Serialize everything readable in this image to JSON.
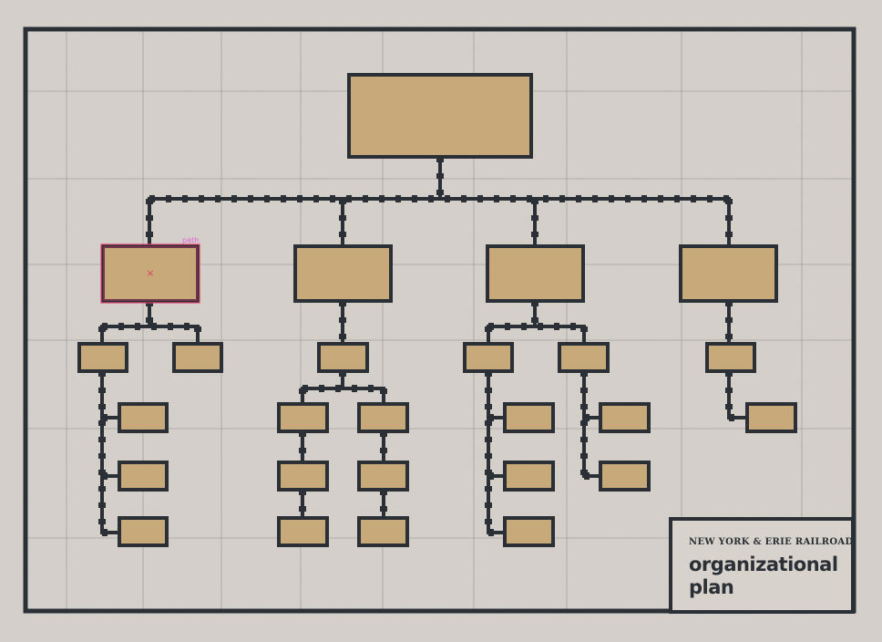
{
  "poster": {
    "subtitle": "NEW YORK & ERIE RAILROAD",
    "title": "organizational plan"
  },
  "selection": {
    "tooltip": "path",
    "center_marker": "×"
  },
  "colors": {
    "background": "#d7d2cc",
    "box_fill": "#c8a97a",
    "stroke": "#2a3036",
    "grid": "#8f8f8f",
    "selection": "#e0406a"
  },
  "org_chart": {
    "nodes": [
      {
        "id": "head",
        "parent": null
      },
      {
        "id": "dept-1",
        "parent": "head"
      },
      {
        "id": "dept-2",
        "parent": "head"
      },
      {
        "id": "dept-3",
        "parent": "head"
      },
      {
        "id": "dept-4",
        "parent": "head"
      },
      {
        "id": "d1-a",
        "parent": "dept-1"
      },
      {
        "id": "d1-b",
        "parent": "dept-1"
      },
      {
        "id": "d1-a-1",
        "parent": "d1-a"
      },
      {
        "id": "d1-a-2",
        "parent": "d1-a"
      },
      {
        "id": "d1-a-3",
        "parent": "d1-a"
      },
      {
        "id": "d2-a",
        "parent": "dept-2"
      },
      {
        "id": "d2-a-1",
        "parent": "d2-a"
      },
      {
        "id": "d2-a-1-1",
        "parent": "d2-a-1"
      },
      {
        "id": "d2-a-1-2",
        "parent": "d2-a-1-1"
      },
      {
        "id": "d2-a-2",
        "parent": "d2-a"
      },
      {
        "id": "d2-a-2-1",
        "parent": "d2-a-2"
      },
      {
        "id": "d2-a-2-2",
        "parent": "d2-a-2-1"
      },
      {
        "id": "d3-a",
        "parent": "dept-3"
      },
      {
        "id": "d3-b",
        "parent": "dept-3"
      },
      {
        "id": "d3-a-1",
        "parent": "d3-a"
      },
      {
        "id": "d3-a-2",
        "parent": "d3-a"
      },
      {
        "id": "d3-a-3",
        "parent": "d3-a"
      },
      {
        "id": "d3-b-1",
        "parent": "d3-b"
      },
      {
        "id": "d3-b-2",
        "parent": "d3-b"
      },
      {
        "id": "d4-a",
        "parent": "dept-4"
      },
      {
        "id": "d4-a-1",
        "parent": "d4-a"
      }
    ]
  }
}
